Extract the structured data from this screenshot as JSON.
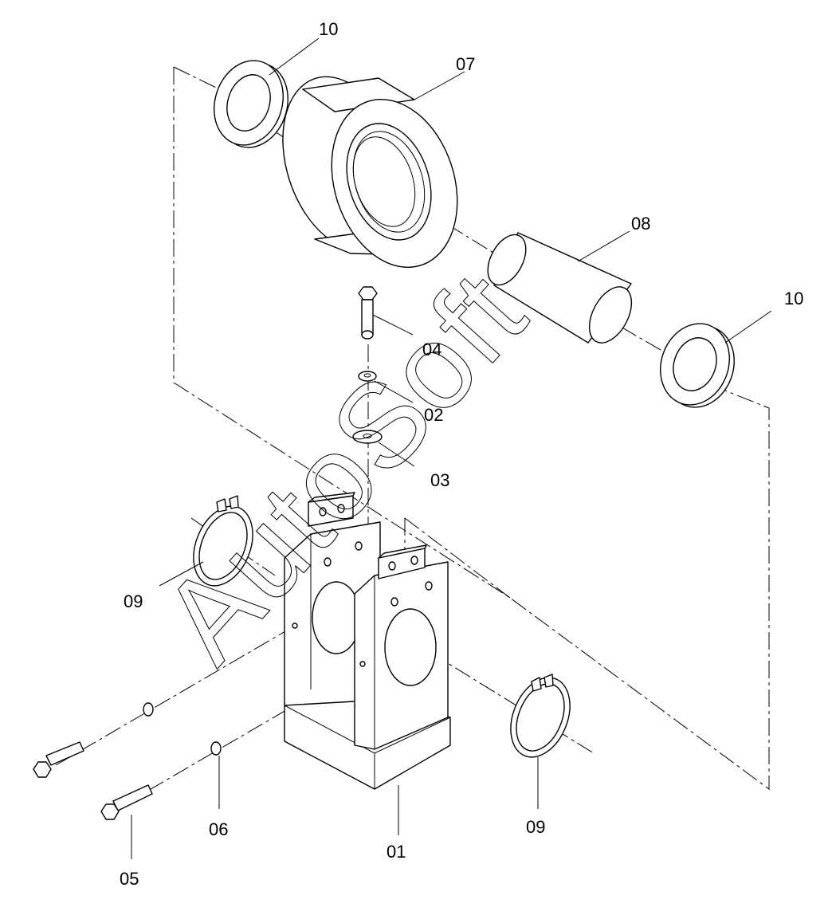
{
  "watermark": "AutoSoft",
  "callouts": {
    "c01": "01",
    "c02": "02",
    "c03": "03",
    "c04": "04",
    "c05": "05",
    "c06": "06",
    "c07": "07",
    "c08": "08",
    "c09_left": "09",
    "c09_right": "09",
    "c10_top": "10",
    "c10_right": "10"
  }
}
